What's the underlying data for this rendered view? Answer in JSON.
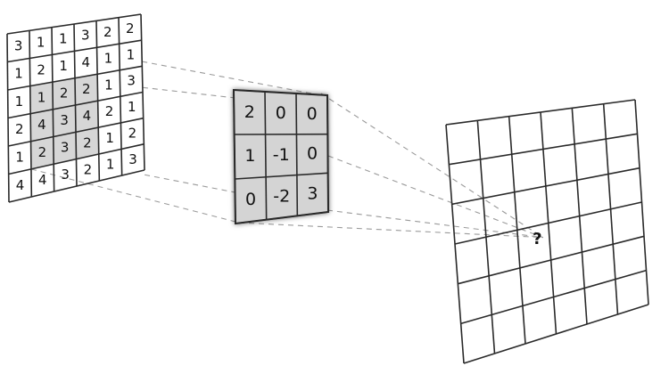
{
  "input_grid": {
    "rows": [
      [
        "3",
        "1",
        "1",
        "3",
        "2",
        "2"
      ],
      [
        "1",
        "2",
        "1",
        "4",
        "1",
        "1"
      ],
      [
        "1",
        "1",
        "2",
        "2",
        "1",
        "3"
      ],
      [
        "2",
        "4",
        "3",
        "4",
        "2",
        "1"
      ],
      [
        "1",
        "2",
        "3",
        "2",
        "1",
        "2"
      ],
      [
        "4",
        "4",
        "3",
        "2",
        "1",
        "3"
      ]
    ],
    "highlight_color": "#d6d6d6"
  },
  "kernel_grid": {
    "rows": [
      [
        "2",
        "0",
        "0"
      ],
      [
        "1",
        "-1",
        "0"
      ],
      [
        "0",
        "-2",
        "3"
      ]
    ],
    "fill_color": "#d4d4d4"
  },
  "output_grid": {
    "rows": 6,
    "cols": 6,
    "unknown_label": "?"
  }
}
